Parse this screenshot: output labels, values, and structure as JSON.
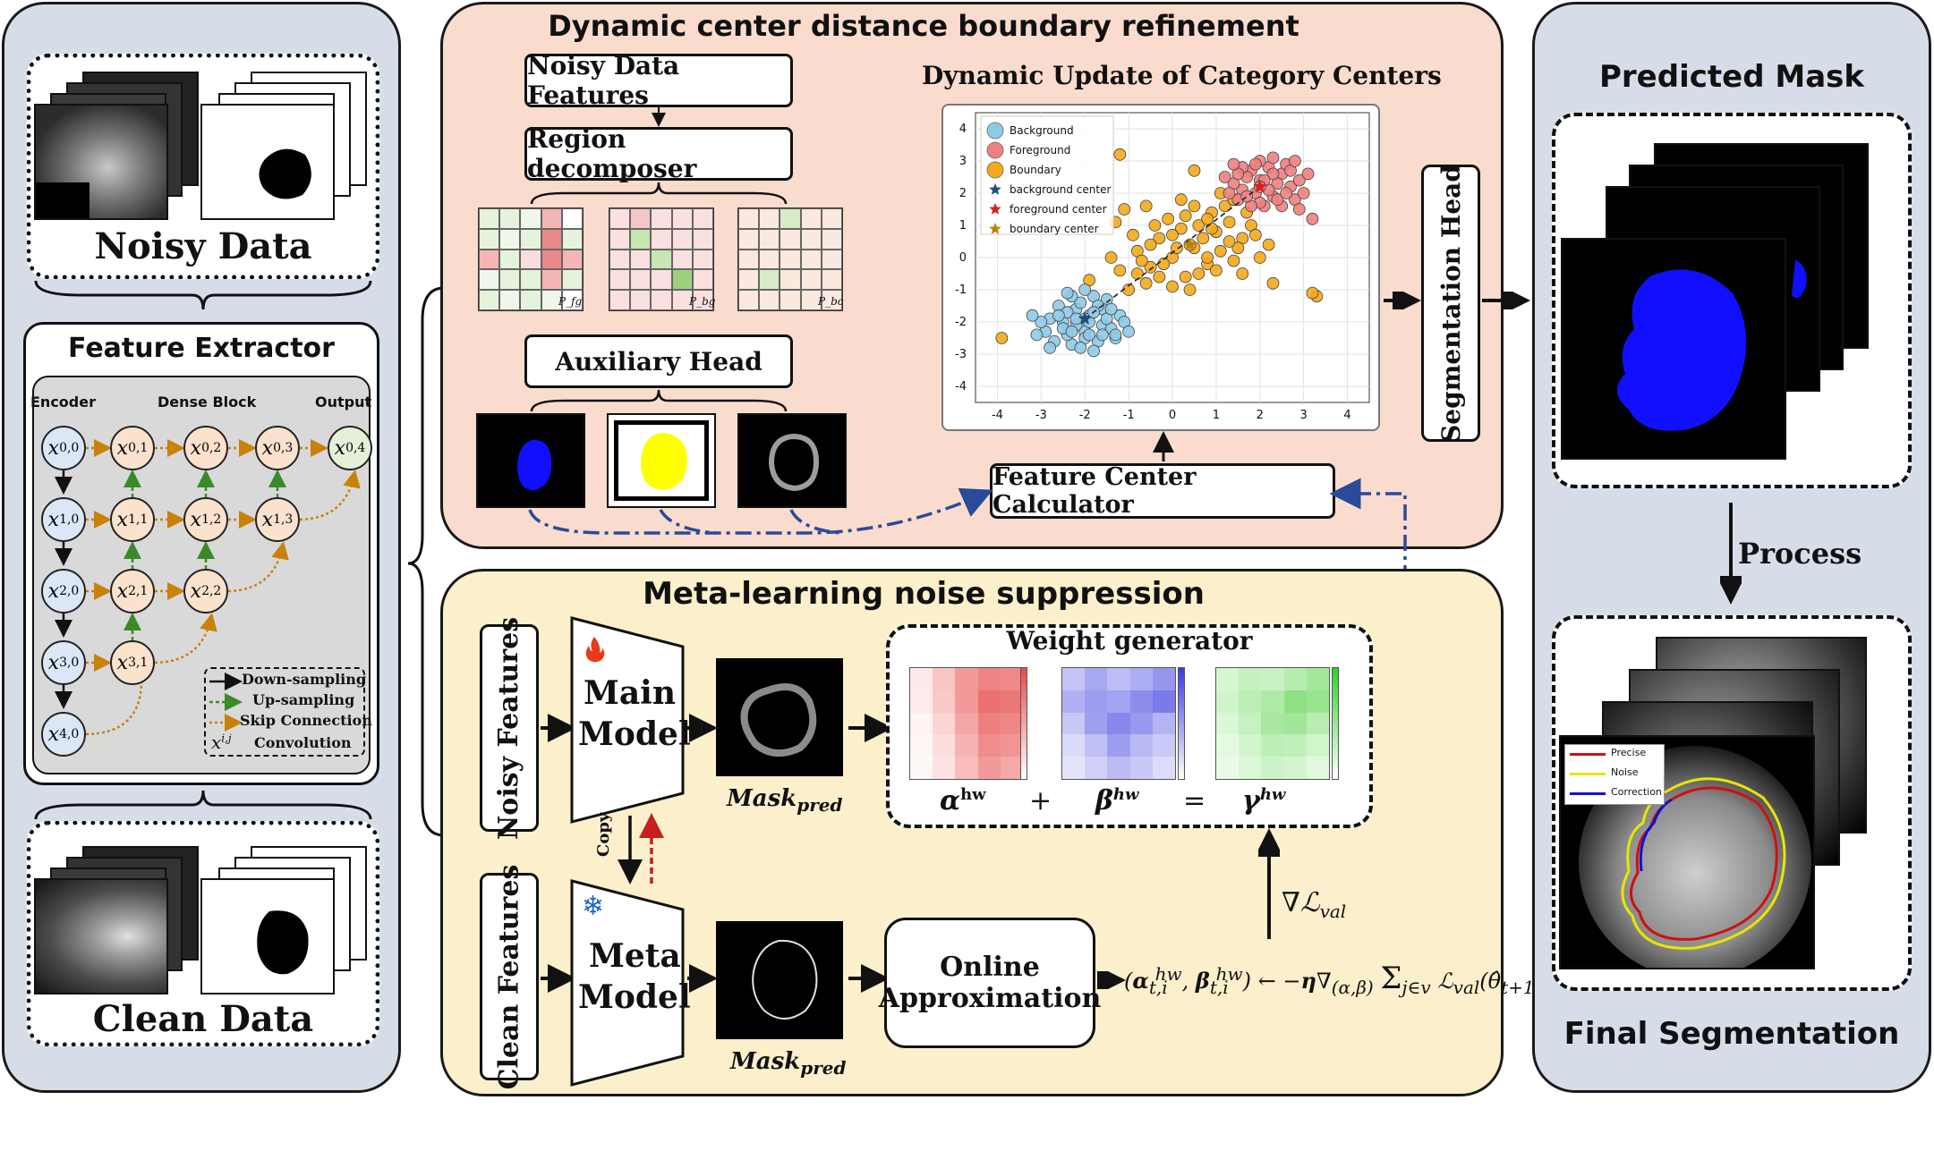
{
  "left": {
    "noisy_label": "Noisy Data",
    "feature_extractor": {
      "title": "Feature Extractor",
      "col_encoder": "Encoder",
      "col_dense": "Dense Block",
      "col_output": "Output",
      "nodes": [
        "x0,0",
        "x0,1",
        "x0,2",
        "x0,3",
        "x0,4",
        "x1,0",
        "x1,1",
        "x1,2",
        "x1,3",
        "x2,0",
        "x2,1",
        "x2,2",
        "x3,0",
        "x3,1",
        "x4,0"
      ],
      "legend": [
        "Down-sampling",
        "Up-sampling",
        "Skip Connection",
        "Convolution"
      ],
      "legend_symbol_base": "x",
      "legend_symbol_sup": "i,j"
    },
    "clean_label": "Clean Data"
  },
  "dynamic": {
    "title": "Dynamic center distance boundary refinement",
    "noisy_features": "Noisy Data Features",
    "region_decomposer": "Region decomposer",
    "grid_labels": [
      "P_fg",
      "P_bg",
      "P_bc"
    ],
    "auxiliary_head": "Auxiliary Head",
    "scatter_title": "Dynamic Update of Category Centers",
    "feature_center": "Feature Center Calculator",
    "segmentation_head": "Segmentation Head"
  },
  "meta": {
    "title": "Meta-learning noise suppression",
    "noisy_features": "Noisy Features",
    "clean_features": "Clean Features",
    "main_model": [
      "Main",
      "Model"
    ],
    "meta_model": [
      "Meta",
      "Model"
    ],
    "copy": "Copy",
    "mask_pred_base": "Mask",
    "mask_pred_sub": "pred",
    "weight_generator": "Weight generator",
    "alpha": "α",
    "beta": "β",
    "gamma": "γ",
    "hw": "hw",
    "plus": "+",
    "equals": "=",
    "online": [
      "Online",
      "Approximation"
    ],
    "grad": "∇ℒ",
    "grad_sub": "val",
    "formula": "(α_{t,i}^{hw}, β_{t,i}^{hw}) ← −η∇_{(α,β)} Σ_{j∈v} ℒ_{val}(θ̂_{t+1}))"
  },
  "right": {
    "predicted_mask": "Predicted Mask",
    "process": "Process",
    "final_segmentation": "Final Segmentation",
    "seg_legend": [
      "Precise",
      "Noise",
      "Correction"
    ]
  },
  "chart_data": {
    "type": "scatter",
    "title": "Dynamic Update of Category Centers",
    "xlim": [
      -4.5,
      4.5
    ],
    "ylim": [
      -4.5,
      4.5
    ],
    "xticks": [
      -4,
      -3,
      -2,
      -1,
      0,
      1,
      2,
      3,
      4
    ],
    "yticks": [
      -4,
      -3,
      -2,
      -1,
      0,
      1,
      2,
      3,
      4
    ],
    "grid": true,
    "legend_position": "top-left",
    "legend": [
      "Background",
      "Foreground",
      "Boundary",
      "background center",
      "foreground center",
      "boundary center"
    ],
    "colors": {
      "background": "#8ecae6",
      "foreground": "#f08080",
      "boundary": "#f4a91a"
    },
    "series": [
      {
        "name": "Background",
        "points": [
          [
            -2.2,
            -1.6
          ],
          [
            -1.9,
            -1.8
          ],
          [
            -1.5,
            -1.3
          ],
          [
            -2.5,
            -2.0
          ],
          [
            -2.0,
            -2.3
          ],
          [
            -1.6,
            -2.1
          ],
          [
            -2.8,
            -1.9
          ],
          [
            -1.3,
            -2.5
          ],
          [
            -2.3,
            -2.7
          ],
          [
            -1.8,
            -1.2
          ],
          [
            -2.6,
            -1.5
          ],
          [
            -1.2,
            -1.8
          ],
          [
            -2.0,
            -1.9
          ],
          [
            -1.7,
            -2.6
          ],
          [
            -2.4,
            -2.4
          ],
          [
            -2.9,
            -2.3
          ],
          [
            -1.4,
            -2.2
          ],
          [
            -2.1,
            -1.4
          ],
          [
            -1.9,
            -2.0
          ],
          [
            -2.2,
            -2.1
          ],
          [
            -1.6,
            -1.6
          ],
          [
            -2.7,
            -2.6
          ],
          [
            -1.1,
            -2.0
          ],
          [
            -2.4,
            -1.7
          ],
          [
            -1.8,
            -2.9
          ],
          [
            -2.0,
            -2.5
          ],
          [
            -3.0,
            -2.0
          ],
          [
            -1.5,
            -1.9
          ],
          [
            -2.3,
            -1.2
          ],
          [
            -1.7,
            -1.5
          ],
          [
            -2.5,
            -2.2
          ],
          [
            -1.9,
            -2.4
          ],
          [
            -2.1,
            -2.8
          ],
          [
            -1.4,
            -1.6
          ],
          [
            -2.6,
            -1.8
          ],
          [
            -3.1,
            -2.4
          ],
          [
            -1.3,
            -2.4
          ],
          [
            -2.2,
            -1.9
          ],
          [
            -1.8,
            -1.7
          ],
          [
            -2.0,
            -1.0
          ],
          [
            -2.8,
            -2.8
          ],
          [
            -1.6,
            -2.4
          ],
          [
            -2.3,
            -2.3
          ],
          [
            -1.0,
            -2.3
          ],
          [
            -2.4,
            -1.1
          ],
          [
            -3.2,
            -1.8
          ]
        ]
      },
      {
        "name": "Foreground",
        "points": [
          [
            1.6,
            2.1
          ],
          [
            2.0,
            2.4
          ],
          [
            2.3,
            1.9
          ],
          [
            1.8,
            2.7
          ],
          [
            2.5,
            2.6
          ],
          [
            1.4,
            2.3
          ],
          [
            2.1,
            1.6
          ],
          [
            2.7,
            2.2
          ],
          [
            1.9,
            2.0
          ],
          [
            2.2,
            2.8
          ],
          [
            1.5,
            1.8
          ],
          [
            2.8,
            1.8
          ],
          [
            2.4,
            2.3
          ],
          [
            1.7,
            2.5
          ],
          [
            2.0,
            1.7
          ],
          [
            2.6,
            2.9
          ],
          [
            1.3,
            2.0
          ],
          [
            2.9,
            2.4
          ],
          [
            2.2,
            2.1
          ],
          [
            1.6,
            2.8
          ],
          [
            2.5,
            1.6
          ],
          [
            2.0,
            3.0
          ],
          [
            3.0,
            2.0
          ],
          [
            1.8,
            1.6
          ],
          [
            2.3,
            2.6
          ],
          [
            1.2,
            2.5
          ],
          [
            2.7,
            2.7
          ],
          [
            2.1,
            2.4
          ],
          [
            1.9,
            2.9
          ],
          [
            2.4,
            1.8
          ],
          [
            3.1,
            2.6
          ],
          [
            1.5,
            2.6
          ],
          [
            2.6,
            2.0
          ],
          [
            2.0,
            2.2
          ],
          [
            2.8,
            3.0
          ],
          [
            1.7,
            1.9
          ],
          [
            3.2,
            1.2
          ],
          [
            2.3,
            3.1
          ],
          [
            1.4,
            2.9
          ],
          [
            2.9,
            1.5
          ]
        ]
      },
      {
        "name": "Boundary",
        "points": [
          [
            -1.0,
            -1.0
          ],
          [
            -0.5,
            -0.3
          ],
          [
            0.0,
            0.0
          ],
          [
            0.5,
            0.3
          ],
          [
            1.0,
            0.8
          ],
          [
            -0.8,
            0.2
          ],
          [
            0.3,
            -0.6
          ],
          [
            0.8,
            -0.2
          ],
          [
            -0.3,
            0.6
          ],
          [
            1.3,
            1.1
          ],
          [
            0.6,
            1.0
          ],
          [
            -0.6,
            -0.8
          ],
          [
            1.1,
            0.2
          ],
          [
            0.2,
            0.9
          ],
          [
            -0.2,
            -0.2
          ],
          [
            1.6,
            0.6
          ],
          [
            0.9,
            1.4
          ],
          [
            -1.2,
            -0.4
          ],
          [
            0.4,
            0.4
          ],
          [
            1.4,
            -0.1
          ],
          [
            -0.4,
            1.0
          ],
          [
            0.0,
            -0.9
          ],
          [
            1.8,
            1.0
          ],
          [
            0.7,
            0.6
          ],
          [
            -0.9,
            0.7
          ],
          [
            1.2,
            1.6
          ],
          [
            0.1,
            0.3
          ],
          [
            -0.7,
            -0.1
          ],
          [
            1.5,
            0.3
          ],
          [
            0.3,
            1.3
          ],
          [
            2.0,
            0.0
          ],
          [
            0.6,
            -0.5
          ],
          [
            -0.1,
            1.2
          ],
          [
            1.0,
            -0.4
          ],
          [
            -1.4,
            0.0
          ],
          [
            1.7,
            1.4
          ],
          [
            0.8,
            0.0
          ],
          [
            -0.5,
            0.4
          ],
          [
            2.2,
            0.4
          ],
          [
            0.5,
            1.6
          ],
          [
            1.3,
            0.5
          ],
          [
            -0.3,
            -0.6
          ],
          [
            0.9,
            0.9
          ],
          [
            2.3,
            -0.8
          ],
          [
            3.3,
            -1.2
          ],
          [
            -1.3,
            1.1
          ],
          [
            -1.9,
            -0.7
          ],
          [
            -3.9,
            -2.5
          ],
          [
            3.2,
            -1.1
          ],
          [
            0.4,
            -1.0
          ],
          [
            1.6,
            -0.5
          ],
          [
            -1.1,
            1.5
          ],
          [
            0.2,
            1.8
          ],
          [
            0.8,
            1.2
          ],
          [
            1.9,
            0.7
          ],
          [
            -0.6,
            1.6
          ],
          [
            1.1,
            2.0
          ],
          [
            0.5,
            2.7
          ],
          [
            -1.2,
            3.2
          ],
          [
            1.4,
            1.8
          ],
          [
            -0.8,
            -0.5
          ],
          [
            0.0,
            0.7
          ]
        ]
      },
      {
        "name": "background center",
        "points": [
          [
            -2.0,
            -1.9
          ]
        ]
      },
      {
        "name": "foreground center",
        "points": [
          [
            2.0,
            2.2
          ]
        ]
      },
      {
        "name": "boundary center",
        "points": [
          [
            0.4,
            0.4
          ]
        ]
      }
    ]
  }
}
